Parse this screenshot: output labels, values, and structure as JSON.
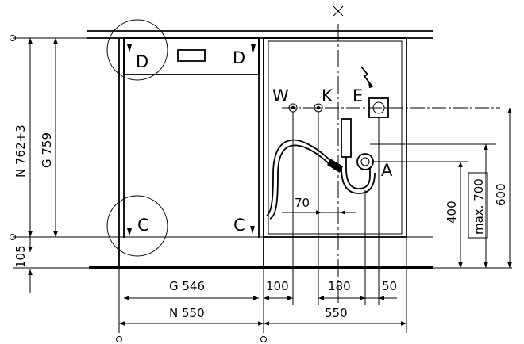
{
  "labels": {
    "corner_top_left": "D",
    "corner_top_right": "D",
    "corner_bottom_left": "C",
    "corner_bottom_right": "C",
    "water": "W",
    "cold": "K",
    "electric": "E",
    "drain": "A"
  },
  "dimensions": {
    "n_height": "N 762+3",
    "g_height": "G 759",
    "plinth": "105",
    "gap_70": "70",
    "h_400": "400",
    "h_max700": "max. 700",
    "h_600": "600",
    "w_g546": "G 546",
    "w_n550": "N 550",
    "w_100": "100",
    "w_180": "180",
    "w_50": "50",
    "w_550": "550"
  },
  "footer_text": "..."
}
